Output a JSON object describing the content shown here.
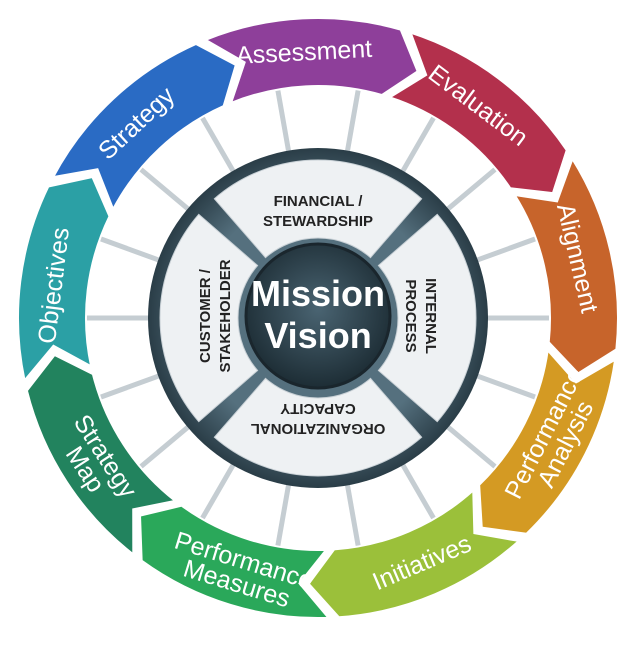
{
  "diagram": {
    "segments": [
      {
        "label": "Assessment",
        "color": "#8e3f9a"
      },
      {
        "label": "Evaluation",
        "color": "#b3304c"
      },
      {
        "label": "Alignment",
        "color": "#c7642b"
      },
      {
        "label": "Performance|Analysis",
        "color": "#d49a23"
      },
      {
        "label": "Initiatives",
        "color": "#9bc03a"
      },
      {
        "label": "Performance|Measures",
        "color": "#2aa85a"
      },
      {
        "label": "Strategy|Map",
        "color": "#22835e"
      },
      {
        "label": "Objectives",
        "color": "#2ba0a5"
      },
      {
        "label": "Strategy",
        "color": "#2a6bc4"
      }
    ],
    "quadrants": {
      "top": {
        "line1": "FINANCIAL /",
        "line2": "STEWARDSHIP"
      },
      "right": {
        "line1": "INTERNAL",
        "line2": "PROCESS"
      },
      "bottom": {
        "line1": "ORGANIZATIONAL",
        "line2": "CAPACITY"
      },
      "left": {
        "line1": "CUSTOMER /",
        "line2": "STAKEHOLDER"
      }
    },
    "hub": {
      "line1": "Mission",
      "line2": "Vision"
    },
    "colors": {
      "hub": "#2f4550",
      "ring_background": "#ffffff",
      "spoke": "#c5cdd2",
      "quadrant_fill": "#eef1f3"
    }
  }
}
